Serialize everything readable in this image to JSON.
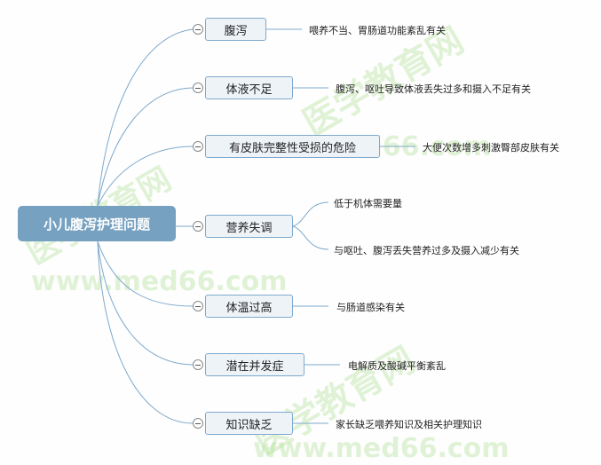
{
  "root": {
    "label": "小儿腹泻护理问题"
  },
  "branches": [
    {
      "label": "腹泻",
      "details": [
        "喂养不当、胃肠道功能紊乱有关"
      ]
    },
    {
      "label": "体液不足",
      "details": [
        "腹泻、呕吐导致体液丢失过多和摄入不足有关"
      ]
    },
    {
      "label": "有皮肤完整性受损的危险",
      "details": [
        "大便次数增多刺激臀部皮肤有关"
      ]
    },
    {
      "label": "营养失调",
      "details": [
        "低于机体需要量",
        "与呕吐、腹泻丢失营养过多及摄入减少有关"
      ]
    },
    {
      "label": "体温过高",
      "details": [
        "与肠道感染有关"
      ]
    },
    {
      "label": "潜在并发症",
      "details": [
        "电解质及酸碱平衡紊乱"
      ]
    },
    {
      "label": "知识缺乏",
      "details": [
        "家长缺乏喂养知识及相关护理知识"
      ]
    }
  ],
  "watermark": {
    "cn": "医学教育网",
    "url": "www.med66.com"
  },
  "colors": {
    "root": "#76a1c1",
    "line": "#7ea9cc",
    "node_bg": "#eef3f8"
  }
}
